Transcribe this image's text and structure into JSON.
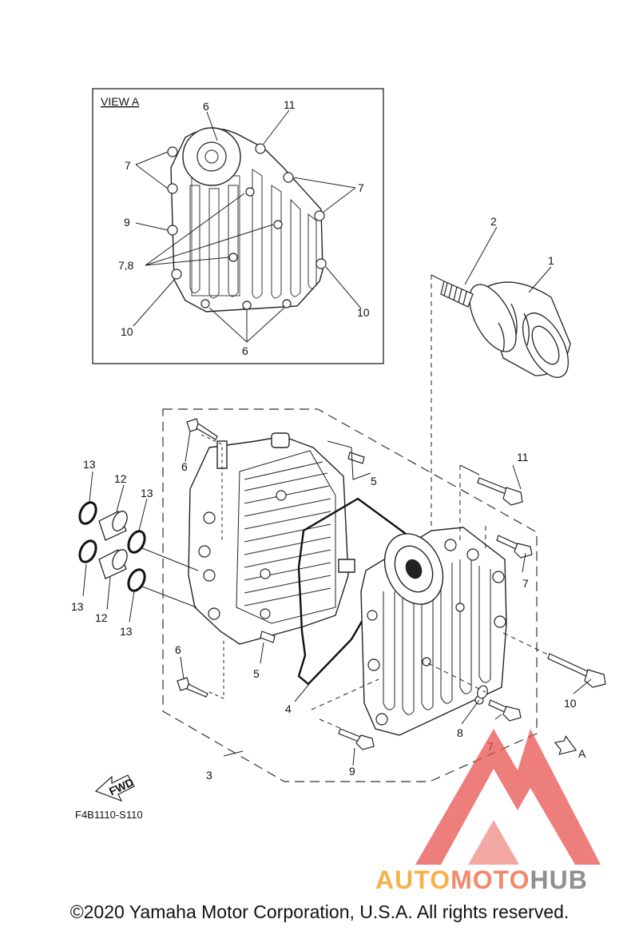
{
  "view_a": {
    "title": "VIEW A",
    "labels": [
      "6",
      "11",
      "7",
      "7",
      "9",
      "7,8",
      "10",
      "10",
      "6"
    ]
  },
  "callouts": {
    "c1": "1",
    "c2": "2",
    "c3": "3",
    "c4": "4",
    "c5a": "5",
    "c5b": "5",
    "c6a": "6",
    "c6b": "6",
    "c7a": "7",
    "c7b": "7",
    "c8": "8",
    "c9": "9",
    "c10": "10",
    "c11": "11",
    "c12a": "12",
    "c12b": "12",
    "c13a": "13",
    "c13b": "13",
    "c13c": "13",
    "c13d": "13",
    "arrow_a": "A"
  },
  "fwd_label": "FWD",
  "part_code": "F4B1110-S110",
  "watermark": {
    "part1": "AUTO",
    "part2": "MOTO",
    "part3": "HUB",
    "colors": {
      "auto": "#f5b14a",
      "moto": "#f08a6b",
      "hub": "#8f8f8f",
      "triangle": "#e8534f"
    }
  },
  "copyright": "©2020 Yamaha Motor Corporation, U.S.A. All rights reserved."
}
